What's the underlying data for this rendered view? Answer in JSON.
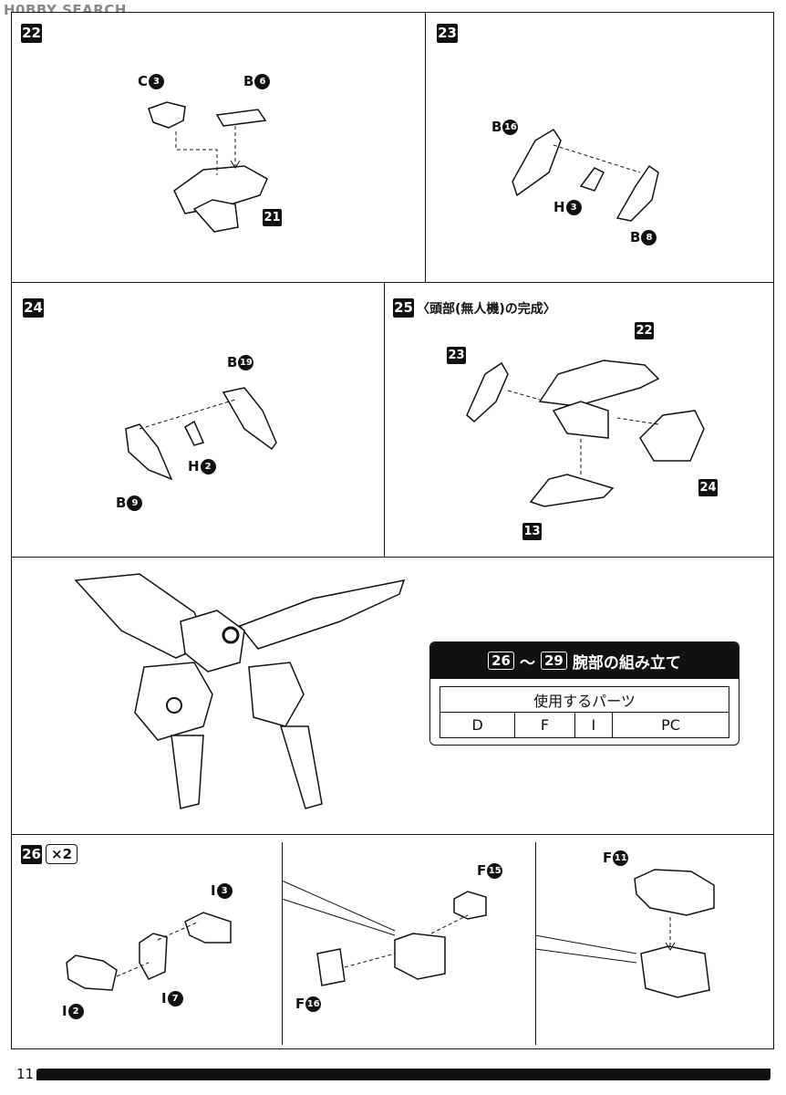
{
  "watermark": "H0BBY SEARCH",
  "steps": {
    "s22": {
      "num": "22",
      "labels": [
        {
          "letter": "C",
          "no": "3"
        },
        {
          "letter": "B",
          "no": "6"
        }
      ],
      "ref": "21"
    },
    "s23": {
      "num": "23",
      "labels": [
        {
          "letter": "B",
          "no": "16"
        },
        {
          "letter": "H",
          "no": "3"
        },
        {
          "letter": "B",
          "no": "8"
        }
      ]
    },
    "s24": {
      "num": "24",
      "labels": [
        {
          "letter": "B",
          "no": "19"
        },
        {
          "letter": "H",
          "no": "2"
        },
        {
          "letter": "B",
          "no": "9"
        }
      ]
    },
    "s25": {
      "num": "25",
      "title": "〈頭部(無人機)の完成〉",
      "refs": [
        "23",
        "22",
        "24",
        "13"
      ]
    },
    "s26": {
      "num": "26",
      "multiplier": "×2",
      "labels_a": [
        {
          "letter": "I",
          "no": "3"
        },
        {
          "letter": "I",
          "no": "7"
        },
        {
          "letter": "I",
          "no": "2"
        }
      ],
      "labels_b": [
        {
          "letter": "F",
          "no": "15"
        },
        {
          "letter": "F",
          "no": "16"
        }
      ],
      "labels_c": [
        {
          "letter": "F",
          "no": "11"
        }
      ]
    }
  },
  "parts_box": {
    "range_start": "26",
    "tilde": "～",
    "range_end": "29",
    "heading": "腕部の組み立て",
    "subheading": "使用するパーツ",
    "parts": [
      "D",
      "F",
      "I",
      "PC"
    ]
  },
  "page_number": "11"
}
